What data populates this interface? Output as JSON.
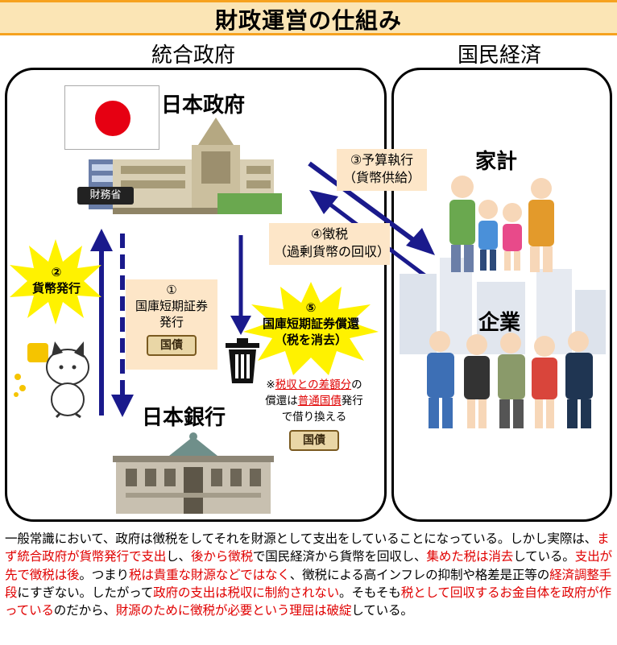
{
  "title": "財政運営の仕組み",
  "panels": {
    "left": "統合政府",
    "right": "国民経済"
  },
  "nodes": {
    "government": "日本政府",
    "ministry_sign": "財務省",
    "boj": "日本銀行",
    "household": "家計",
    "company": "企業"
  },
  "steps": {
    "s1_num": "①",
    "s1_line1": "国庫短期証券",
    "s1_line2": "発行",
    "s2_num": "②",
    "s2_label": "貨幣発行",
    "s3_line1": "③予算執行",
    "s3_line2": "（貨幣供給）",
    "s4_line1": "④徴税",
    "s4_line2": "（過剰貨幣の回収）",
    "s5_num": "⑤",
    "s5_line1": "国庫短期証券償還",
    "s5_line2": "（税を消去）"
  },
  "bond_label": "国債",
  "note": {
    "prefix": "※",
    "red1": "税収との差額分",
    "mid1": "の",
    "line2a": "償還は",
    "red2": "普通国債",
    "line2b": "発行",
    "line3": "で借り換える"
  },
  "paragraph": [
    {
      "t": "一般常識において、政府は徴税をしてそれを財源として支出をしていることになっている。しかし実際は、",
      "c": "k"
    },
    {
      "t": "まず統合政府が貨幣発行で支出",
      "c": "r"
    },
    {
      "t": "し、",
      "c": "k"
    },
    {
      "t": "後から徴税",
      "c": "r"
    },
    {
      "t": "で国民経済から貨幣を回収し、",
      "c": "k"
    },
    {
      "t": "集めた税は消去",
      "c": "r"
    },
    {
      "t": "している。",
      "c": "k"
    },
    {
      "t": "支出が先で徴税は後",
      "c": "r"
    },
    {
      "t": "。つまり",
      "c": "k"
    },
    {
      "t": "税は貴重な財源などではなく",
      "c": "r"
    },
    {
      "t": "、徴税による高インフレの抑制や格差是正等の",
      "c": "k"
    },
    {
      "t": "経済調整手段",
      "c": "r"
    },
    {
      "t": "にすぎない。したがって",
      "c": "k"
    },
    {
      "t": "政府の支出は税収に制約されない",
      "c": "r"
    },
    {
      "t": "。そもそも",
      "c": "k"
    },
    {
      "t": "税として回収するお金自体を政府が作っている",
      "c": "r"
    },
    {
      "t": "のだから、",
      "c": "k"
    },
    {
      "t": "財源のために徴税が必要という理屈は破綻",
      "c": "r"
    },
    {
      "t": "している。",
      "c": "k"
    }
  ],
  "colors": {
    "arrow": "#1a1a8c",
    "title_bg": "#fbe5b5",
    "title_border": "#f6a21f",
    "tag_bg": "#fde6c8",
    "burst": "#fff200",
    "highlight": "#e00000"
  },
  "icons": [
    "japan-flag-icon",
    "diet-building-icon",
    "ministry-building-icon",
    "bank-of-japan-icon",
    "trash-can-icon",
    "cat-icon",
    "family-icon",
    "workers-icon",
    "city-icon",
    "bond-stamp-icon"
  ]
}
